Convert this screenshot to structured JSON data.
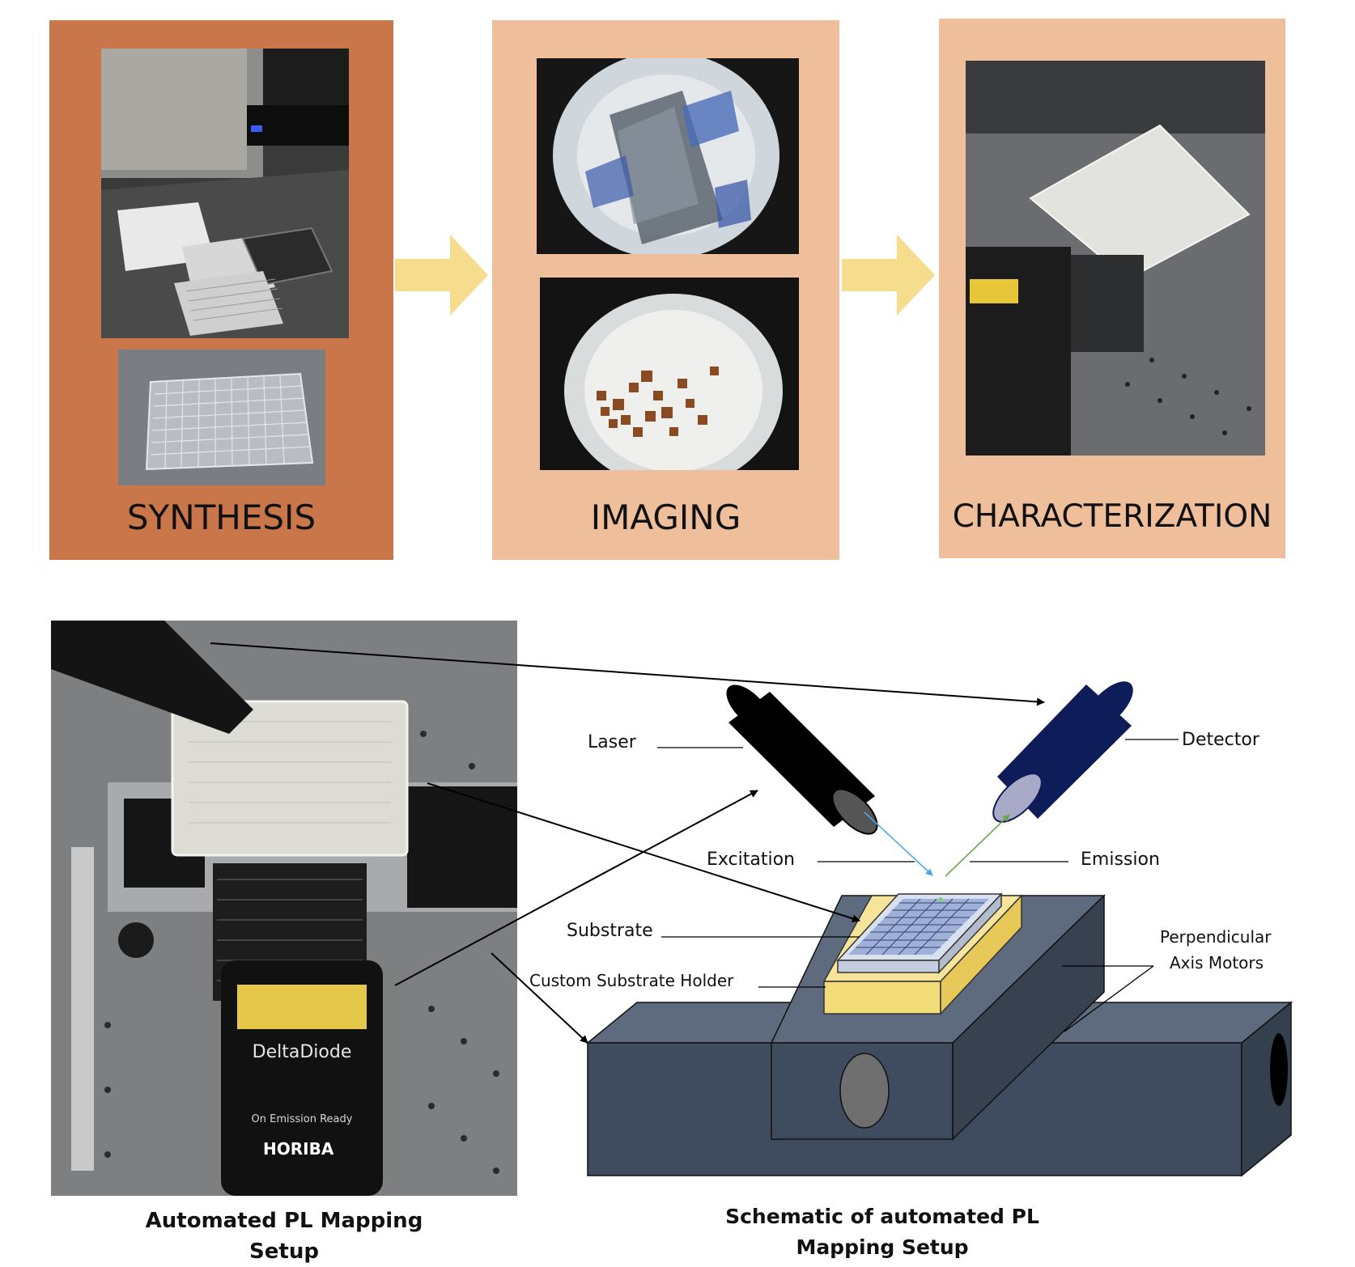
{
  "stages": {
    "synthesis": "SYNTHESIS",
    "imaging": "IMAGING",
    "characterization": "CHARACTERIZATION"
  },
  "colors": {
    "synthesis_panel": "#c9774a",
    "stage_panel": "#efbf9c",
    "arrow": "#f6dc8d",
    "motor_body": "#3f4b5f",
    "motor_top": "#5e6a7d",
    "holder": "#f3dd7a",
    "substrate": "#c9d3e3",
    "detector": "#0e1c5a",
    "laser": "#000000",
    "excitation_beam": "#4ea8e8",
    "emission_beam": "#6aa84f"
  },
  "schematic": {
    "laser": "Laser",
    "detector": "Detector",
    "excitation": "Excitation",
    "emission": "Emission",
    "substrate": "Substrate",
    "holder": "Custom Substrate Holder",
    "motors_line1": "Perpendicular",
    "motors_line2": "Axis Motors"
  },
  "photo_text": {
    "brand": "DeltaDiode",
    "maker": "HORIBA",
    "indicator": "On  Emission  Ready"
  },
  "captions": {
    "photo_line1": "Automated PL Mapping",
    "photo_line2": "Setup",
    "schematic_line1": "Schematic of automated PL",
    "schematic_line2": "Mapping Setup"
  }
}
